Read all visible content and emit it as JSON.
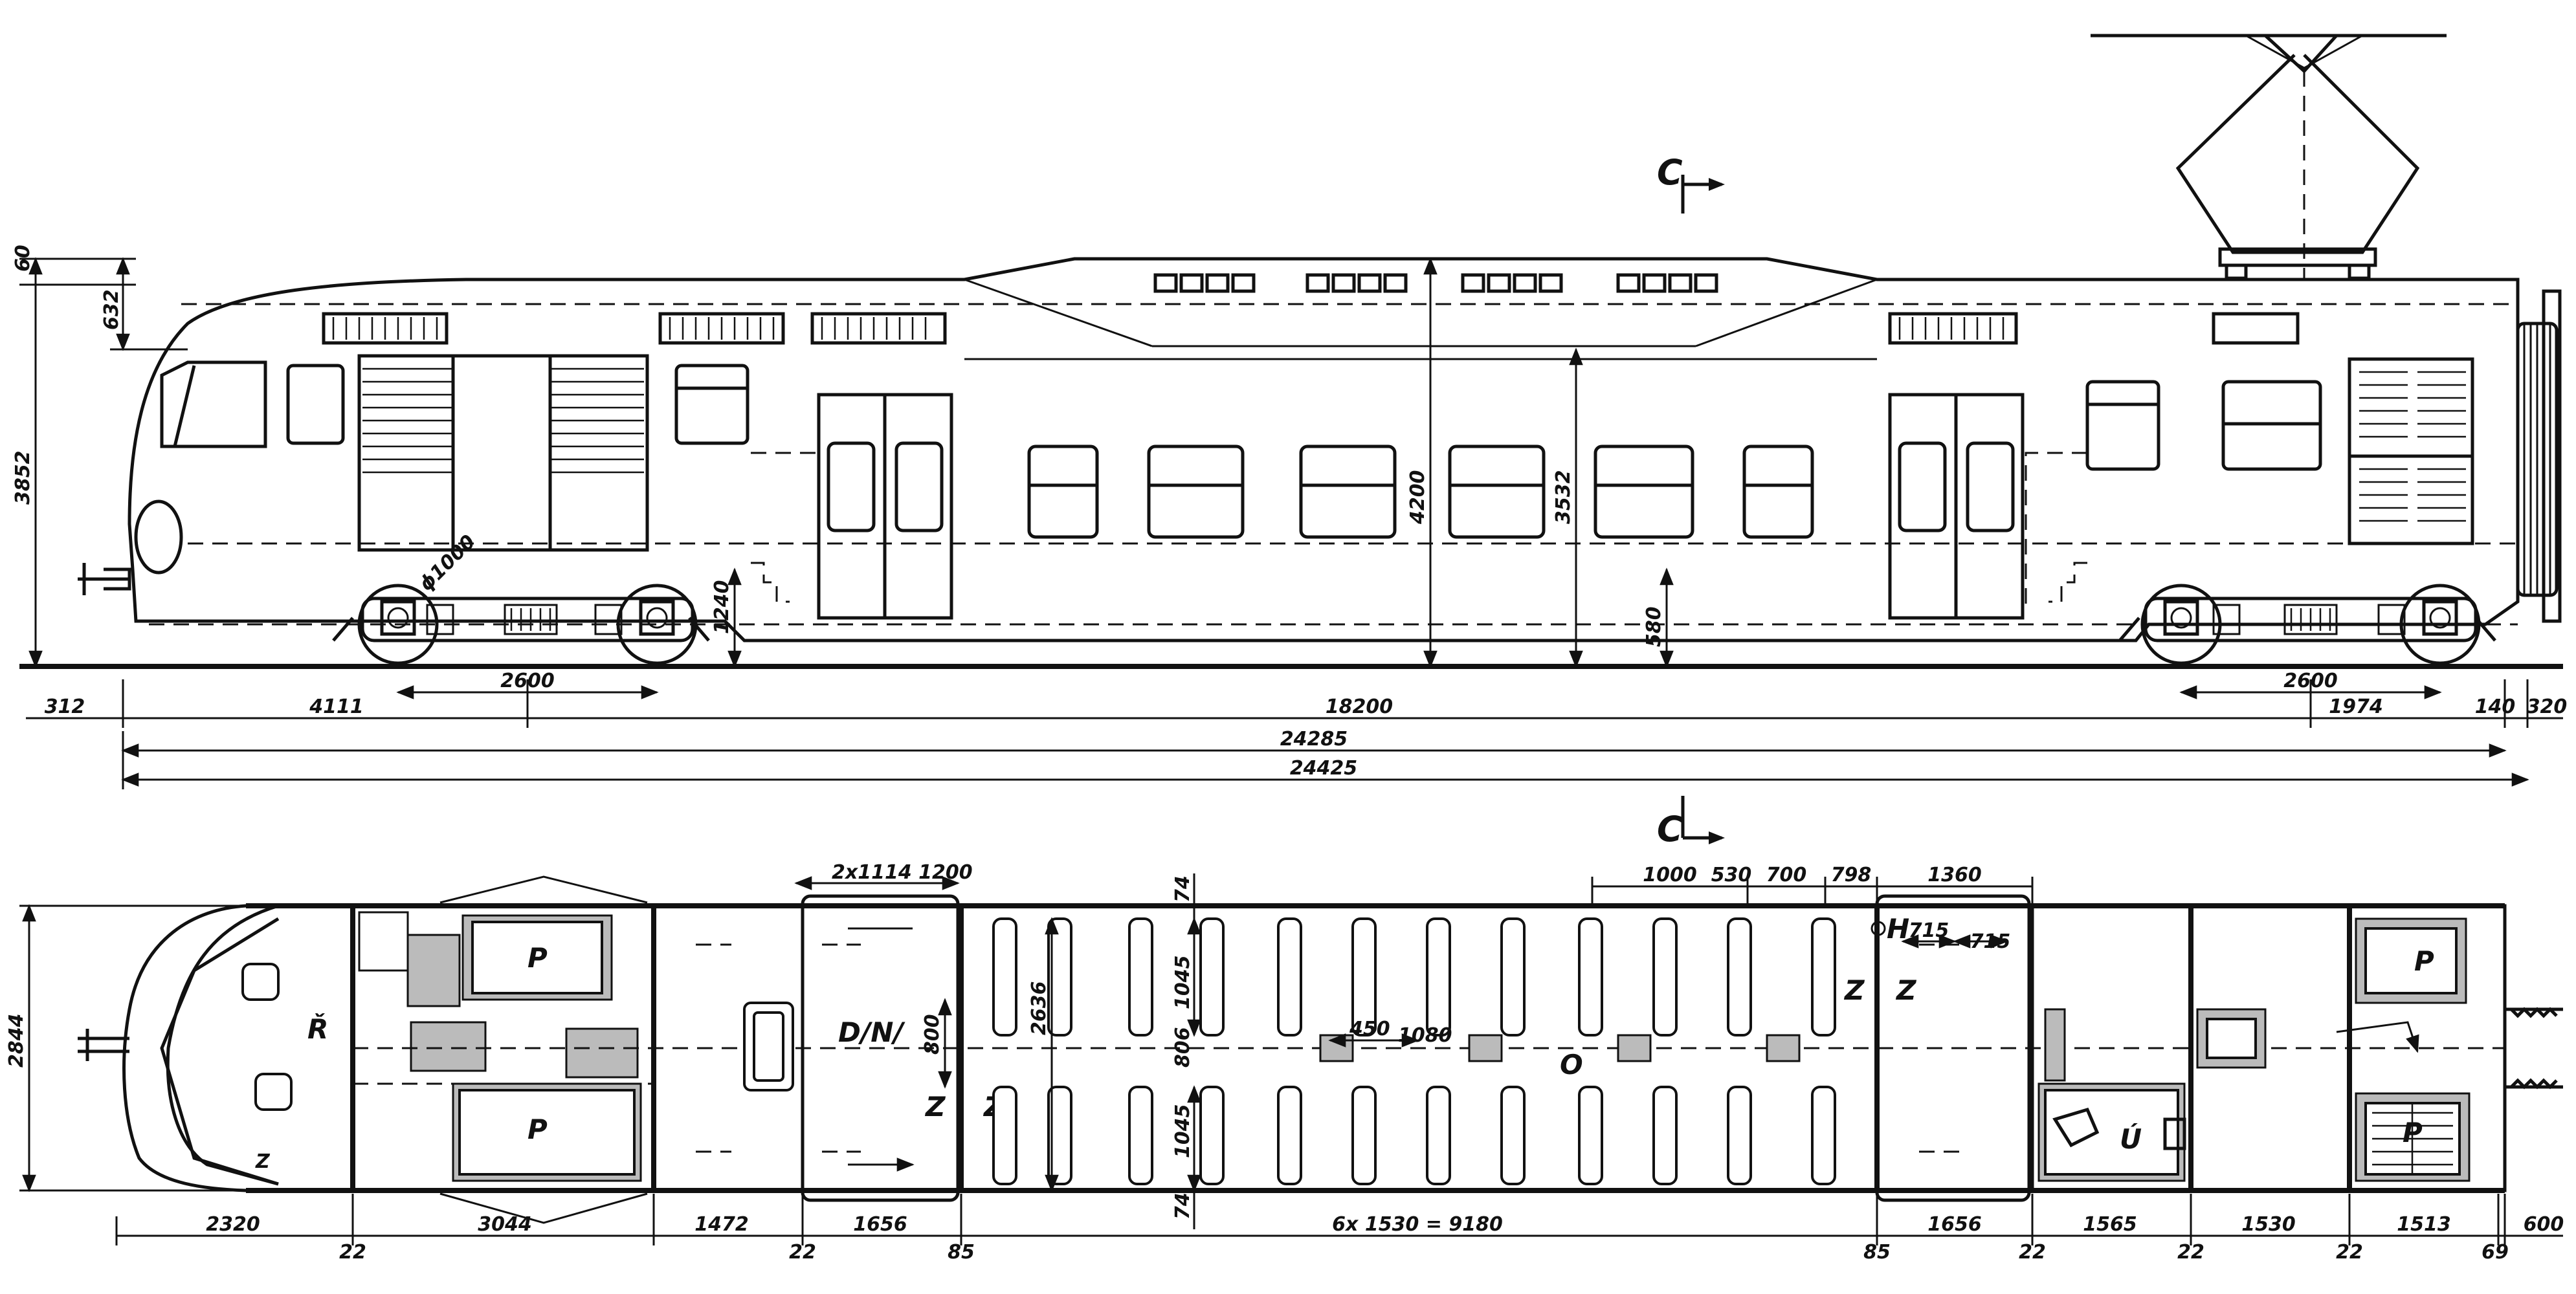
{
  "section_marks": {
    "top": "C",
    "bottom": "C"
  },
  "side_view": {
    "dimensions": {
      "overall_height": "3852",
      "roof_offset": "60",
      "cab_top": "632",
      "body_height": "4200",
      "body_height_inner": "3532",
      "floor_height": "1240",
      "step_height": "580",
      "wheel_diameter": "ϕ1000",
      "bogie_wheelbase_left": "2600",
      "bogie_wheelbase_right": "2600",
      "front_overhang": "312",
      "front_to_bogie": "4111",
      "bogie_centres": "18200",
      "rear_to_bogie": "1974",
      "rear_offset": "140",
      "rear_bellows": "320",
      "length_body": "24285",
      "length_overall": "24425"
    }
  },
  "plan_view": {
    "rooms": {
      "cab": "Ř",
      "post_1": "P",
      "post_2": "P",
      "vestibule": "D/N/",
      "saloon": "O",
      "toilet": "Ú",
      "post_3": "P",
      "post_4": "P",
      "z_1": "Z",
      "z_2": "Z",
      "z_3": "Z",
      "z_4": "Z",
      "z_5": "Z",
      "h": "H"
    },
    "dimensions": {
      "width": "2844",
      "door_width": "2x1114 1200",
      "aisle_800": "800",
      "seat_pitch_2636": "2636",
      "seat_row_1045_top": "1045",
      "seat_row_1045_bottom": "1045",
      "aisle_806": "806",
      "gap_74_top": "74",
      "gap_74_bottom": "74",
      "seat_450": "450",
      "seat_1080": "1080",
      "top_1000": "1000",
      "top_530": "530",
      "top_700": "700",
      "top_798": "798",
      "top_1360": "1360",
      "top_715_a": "715",
      "top_715_b": "715",
      "seg_2320": "2320",
      "seg_22_a": "22",
      "seg_3044": "3044",
      "seg_1472": "1472",
      "seg_22_b": "22",
      "seg_1656_a": "1656",
      "seg_85_a": "85",
      "seg_9180": "6x 1530 = 9180",
      "seg_85_b": "85",
      "seg_1656_b": "1656",
      "seg_22_c": "22",
      "seg_1565": "1565",
      "seg_22_d": "22",
      "seg_1530": "1530",
      "seg_22_e": "22",
      "seg_1513": "1513",
      "seg_69": "69",
      "seg_600": "600"
    }
  }
}
